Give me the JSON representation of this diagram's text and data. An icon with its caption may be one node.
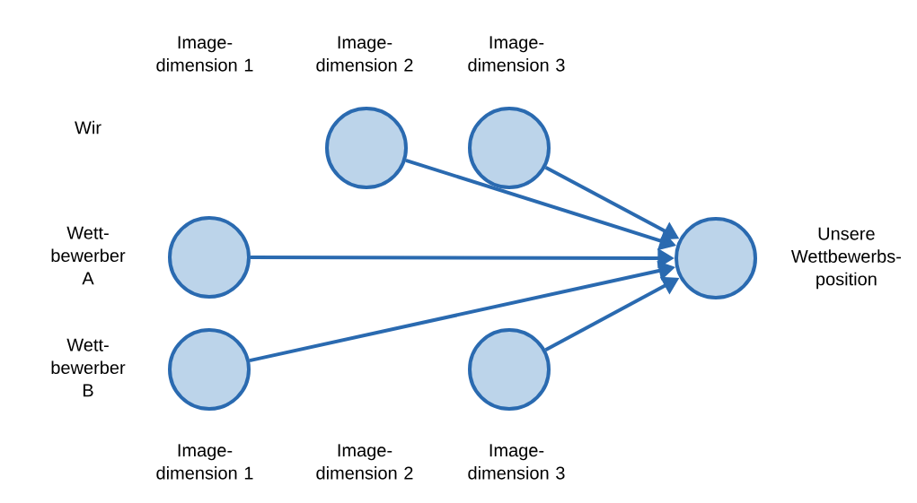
{
  "diagram": {
    "nodes": [
      {
        "text": [],
        "shape": "circle"
      },
      {
        "text": [],
        "shape": "circle"
      },
      {
        "text": [],
        "shape": "circle"
      },
      {
        "text": [],
        "shape": "circle"
      },
      {
        "text": [],
        "shape": "circle"
      },
      {
        "text": [],
        "shape": "circle",
        "beside": [
          "Unsere Wettbewerbs-position"
        ]
      }
    ],
    "edges": [
      {
        "from": 0,
        "to": 5,
        "arrow": "to"
      },
      {
        "from": 1,
        "to": 5,
        "arrow": "to"
      },
      {
        "from": 2,
        "to": 5,
        "arrow": "to"
      },
      {
        "from": 3,
        "to": 5,
        "arrow": "to"
      },
      {
        "from": 4,
        "to": 5,
        "arrow": "to"
      }
    ],
    "labels": [
      "Image-dimension 1",
      "Image-dimension 2",
      "Image-dimension 3",
      "Wir",
      "Wett-bewerber A",
      "Wett-bewerber B",
      "Image-dimension 1",
      "Image-dimension 2",
      "Image-dimension 3"
    ]
  }
}
